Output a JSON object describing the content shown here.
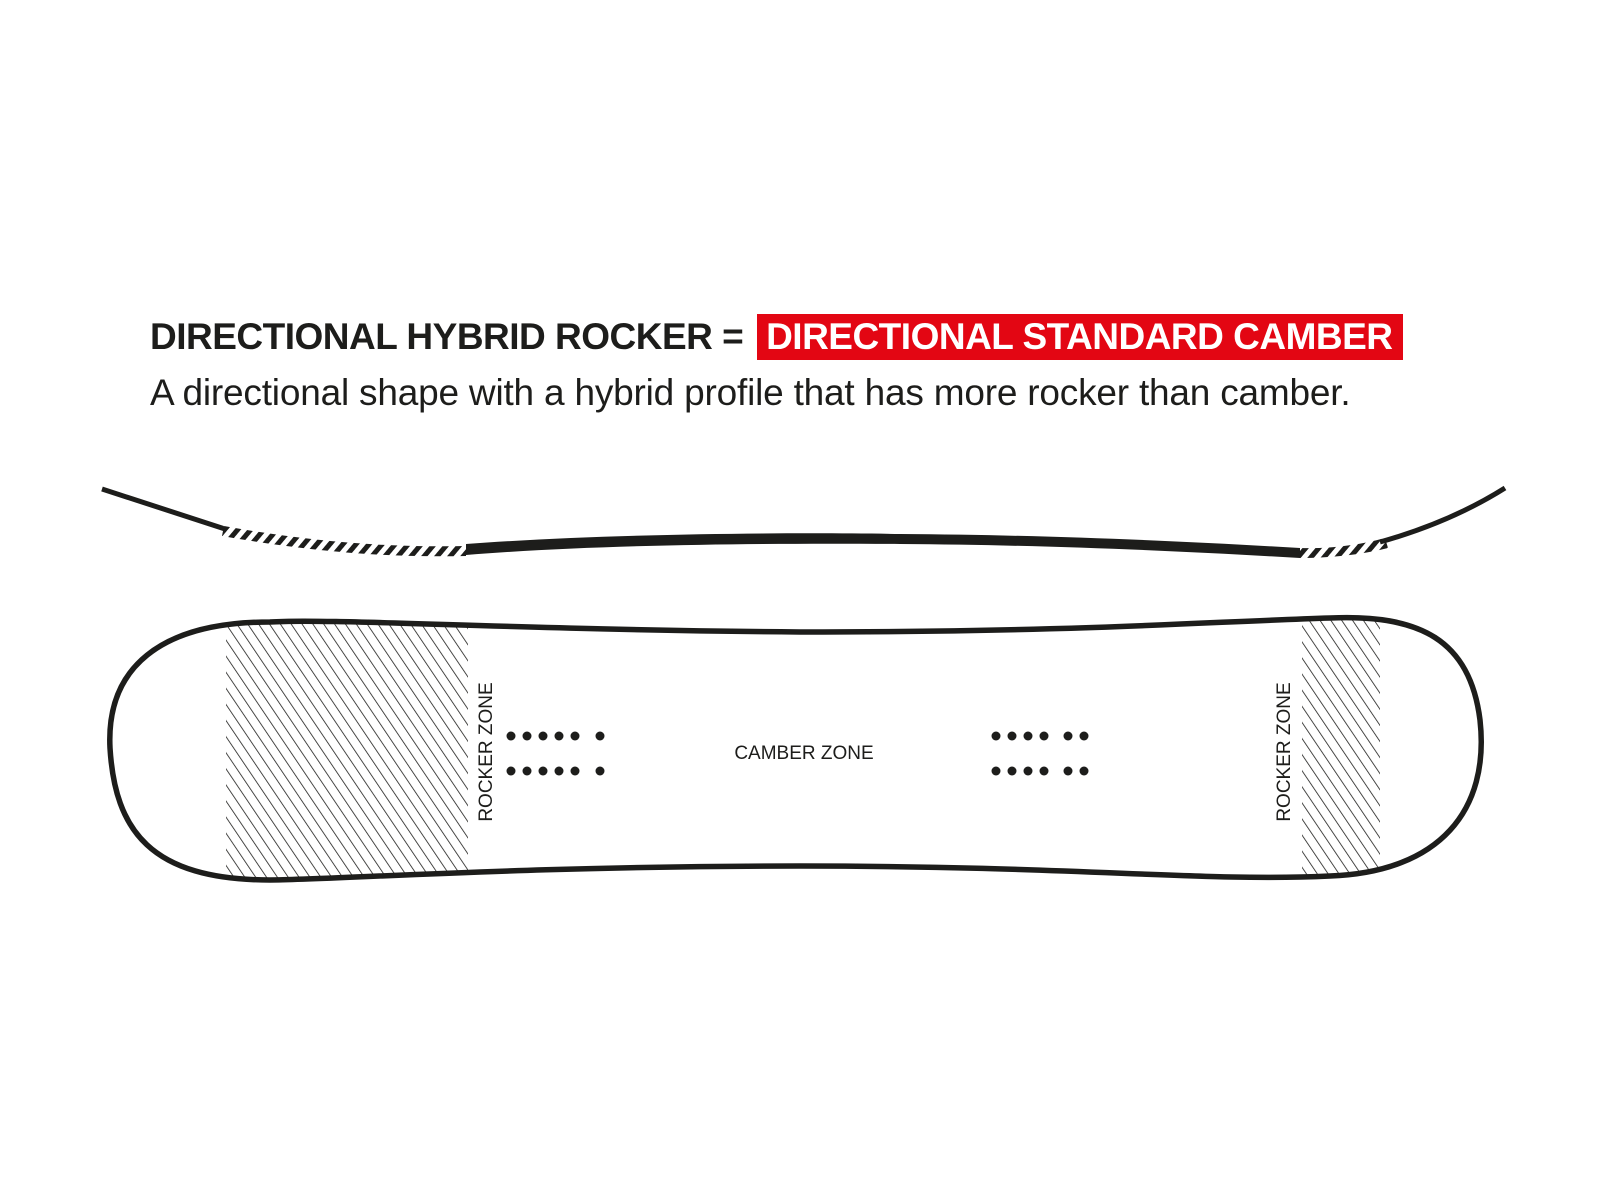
{
  "heading": {
    "profile_name": "DIRECTIONAL HYBRID ROCKER =",
    "equivalent_name": "DIRECTIONAL STANDARD CAMBER",
    "highlight_color": "#e30613"
  },
  "description": "A directional shape with a hybrid profile that has more rocker than camber.",
  "diagram": {
    "labels": {
      "nose_rocker": "ROCKER ZONE",
      "center_camber": "CAMBER ZONE",
      "tail_rocker": "ROCKER ZONE"
    },
    "colors": {
      "ink": "#1d1d1b",
      "paper": "#ffffff"
    },
    "insert_pattern": {
      "rows": 2,
      "holes_per_row": 6
    }
  }
}
